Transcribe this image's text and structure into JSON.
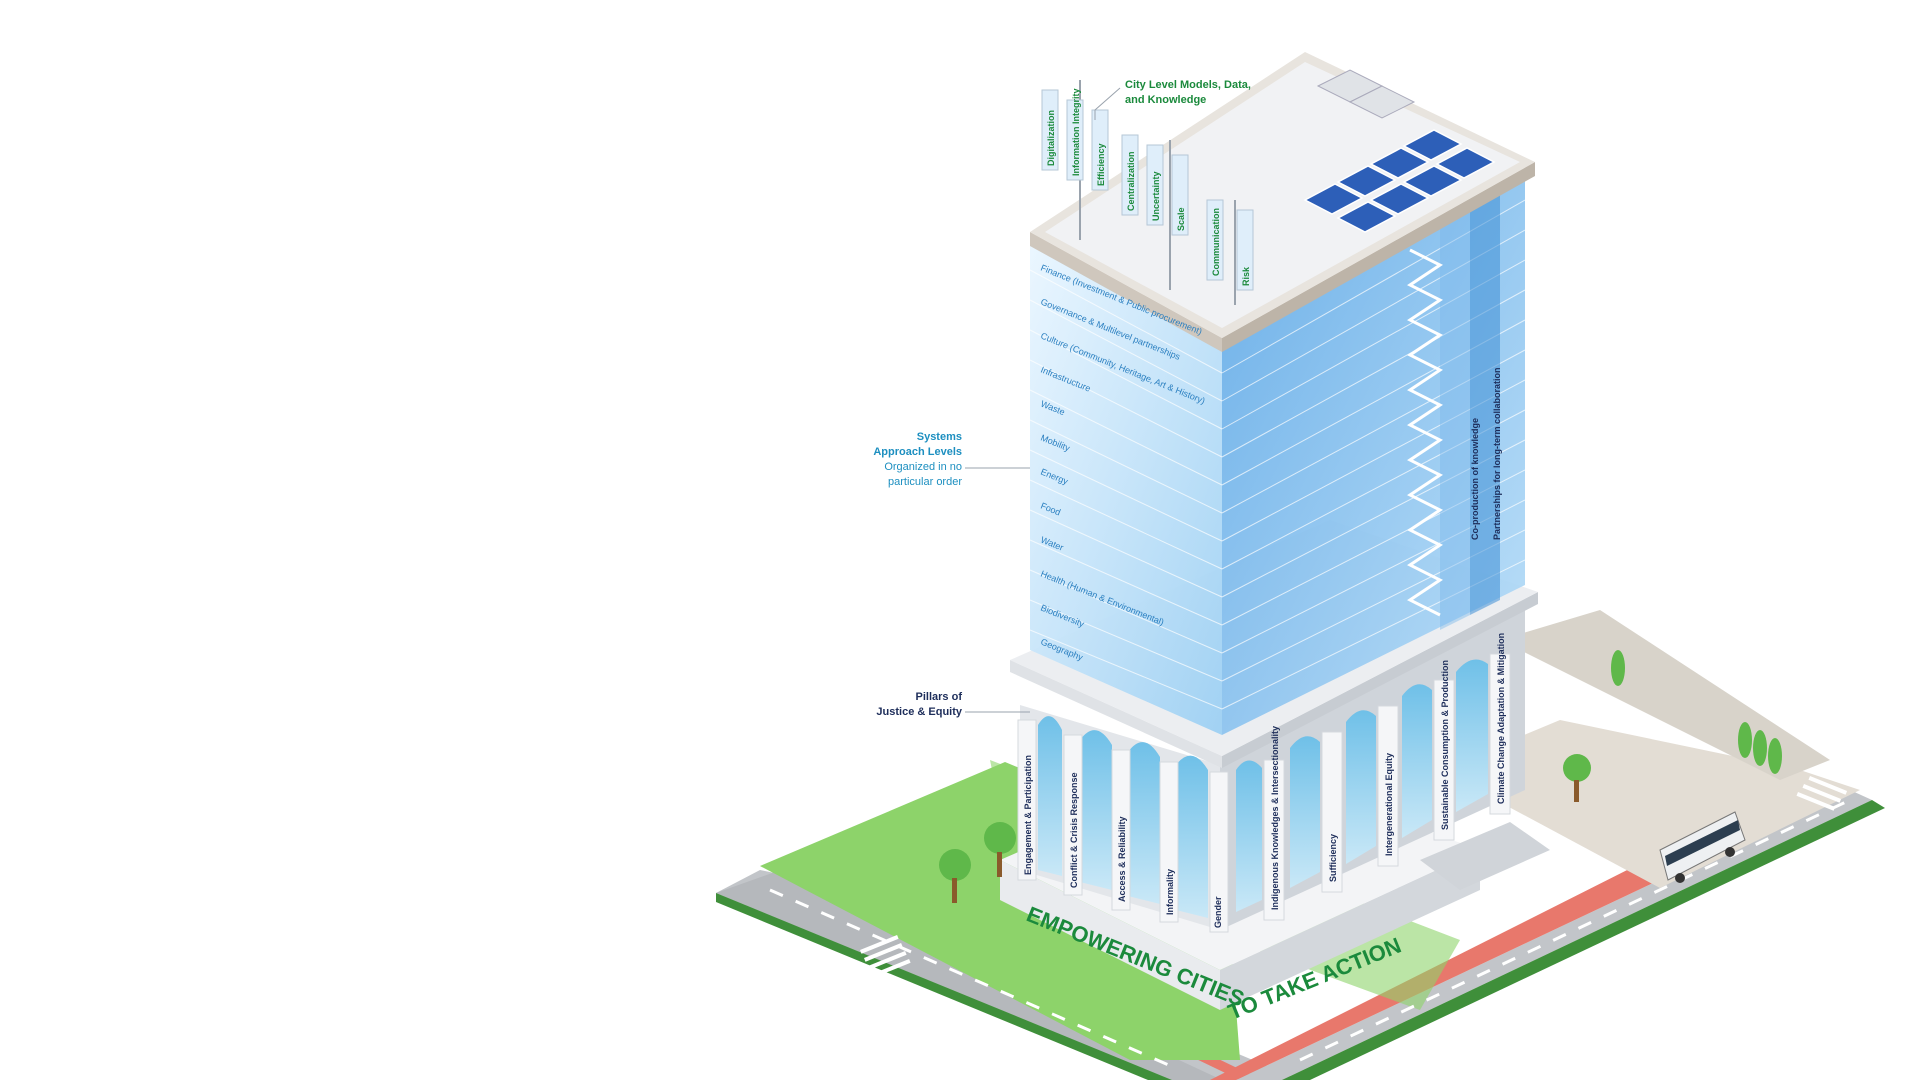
{
  "callouts": {
    "city_level_line1": "City Level Models, Data,",
    "city_level_line2": "and Knowledge",
    "systems_line1": "Systems",
    "systems_line2": "Approach Levels",
    "systems_line3": "Organized in no",
    "systems_line4": "particular order",
    "pillars_line1": "Pillars of",
    "pillars_line2": "Justice & Equity"
  },
  "antenna_labels": [
    "Digitalization",
    "Information Integrity",
    "Efficiency",
    "Centralization",
    "Uncertainty",
    "Scale",
    "Communication",
    "Risk"
  ],
  "system_levels": [
    "Finance (Investment & Public procurement)",
    "Governance & Multilevel partnerships",
    "Culture (Community, Heritage, Art & History)",
    "Infrastructure",
    "Waste",
    "Mobility",
    "Energy",
    "Food",
    "Water",
    "Health (Human & Environmental)",
    "Biodiversity",
    "Geography"
  ],
  "right_column_labels": [
    "Co-production of knowledge",
    "Partnerships for long-term collaboration"
  ],
  "pillars_front": [
    "Engagement & Participation",
    "Conflict & Crisis Response",
    "Access & Reliability",
    "Informality",
    "Gender"
  ],
  "pillars_side": [
    "Indigenous Knowledges & Intersectionality",
    "Sufficiency",
    "Intergenerational Equity",
    "Sustainable Consumption & Production",
    "Climate Change Adaptation & Mitigation"
  ],
  "base_text": {
    "left": "EMPOWERING CITIES",
    "right": "TO TAKE ACTION"
  },
  "colors": {
    "green_text": "#1b8a3c",
    "blue_text": "#1d8fc0",
    "navy_text": "#1d2d5a",
    "glass": "#8fc3ee",
    "grass": "#8dd36a",
    "bike_lane": "#e8786c",
    "road": "#b9bcc0"
  }
}
